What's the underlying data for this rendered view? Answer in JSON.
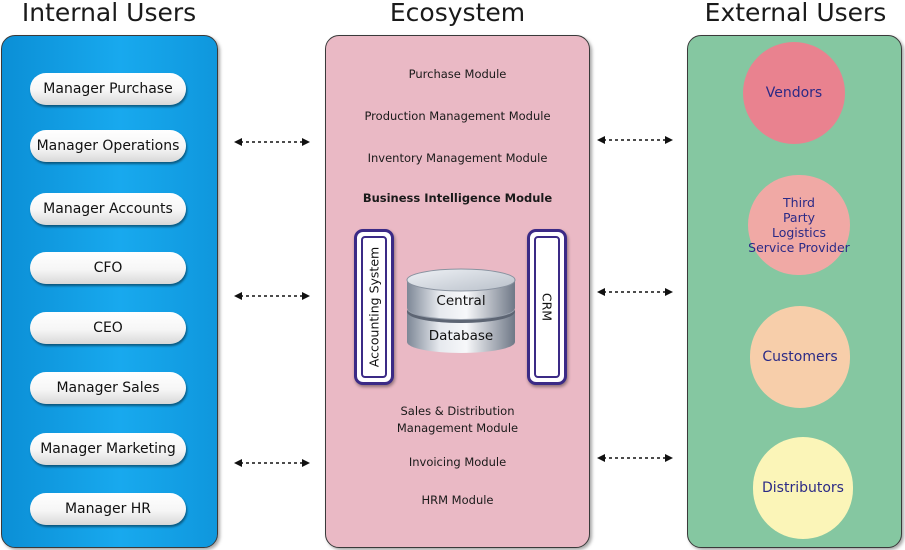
{
  "headers": {
    "internal": "Internal Users",
    "ecosystem": "Ecosystem",
    "external": "External Users"
  },
  "internal_users": [
    "Manager Purchase",
    "Manager Operations",
    "Manager Accounts",
    "CFO",
    "CEO",
    "Manager Sales",
    "Manager Marketing",
    "Manager HR"
  ],
  "ecosystem": {
    "modules_top": [
      "Purchase Module",
      "Production Management Module",
      "Inventory Management Module",
      "Business Intelligence Module"
    ],
    "accounting": "Accounting System",
    "database_line1": "Central",
    "database_line2": "Database",
    "crm": "CRM",
    "modules_bottom": [
      "Sales & Distribution\nManagement Module",
      "Invoicing Module",
      "HRM Module"
    ]
  },
  "external_users": [
    "Vendors",
    "Third\nParty\nLogistics\nService Provider",
    "Customers",
    "Distributors"
  ],
  "colors": {
    "internal_panel": "#18a9ee",
    "ecosystem_panel": "#eab9c5",
    "external_panel": "#85c7a1",
    "vendors": "#e9828f",
    "third_party_logistics": "#f0a9a5",
    "customers": "#f7ceaa",
    "distributors": "#fbf5b8",
    "system_box_border": "#3b2a86"
  }
}
